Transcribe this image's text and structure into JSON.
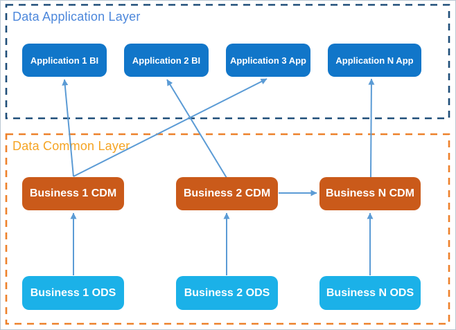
{
  "layers": {
    "application": {
      "title": "Data Application Layer"
    },
    "common": {
      "title": "Data Common Layer"
    }
  },
  "nodes": {
    "app1": {
      "label": "Application 1 BI"
    },
    "app2": {
      "label": "Application 2 BI"
    },
    "app3": {
      "label": "Application 3 App"
    },
    "appN": {
      "label": "Application N App"
    },
    "cdm1": {
      "label": "Business 1 CDM"
    },
    "cdm2": {
      "label": "Business 2 CDM"
    },
    "cdmN": {
      "label": "Business N CDM"
    },
    "ods1": {
      "label": "Business 1 ODS"
    },
    "ods2": {
      "label": "Business 2 ODS"
    },
    "odsN": {
      "label": "Business N ODS"
    }
  },
  "edges": [
    {
      "from": "ods1",
      "to": "cdm1"
    },
    {
      "from": "ods2",
      "to": "cdm2"
    },
    {
      "from": "odsN",
      "to": "cdmN"
    },
    {
      "from": "cdm2",
      "to": "cdmN"
    },
    {
      "from": "cdm1",
      "to": "app1"
    },
    {
      "from": "cdm1",
      "to": "app3"
    },
    {
      "from": "cdm2",
      "to": "app2"
    },
    {
      "from": "cdmN",
      "to": "appN"
    }
  ],
  "colors": {
    "application_layer_border": "#1F4E79",
    "application_layer_title": "#4C87DB",
    "common_layer_border": "#ED812B",
    "common_layer_title": "#F5A423",
    "application_node": "#1176C9",
    "cdm_node": "#CA5A1A",
    "ods_node": "#1BB1E8",
    "arrow": "#5B9BD5",
    "node_text": "#FFFFFF"
  }
}
